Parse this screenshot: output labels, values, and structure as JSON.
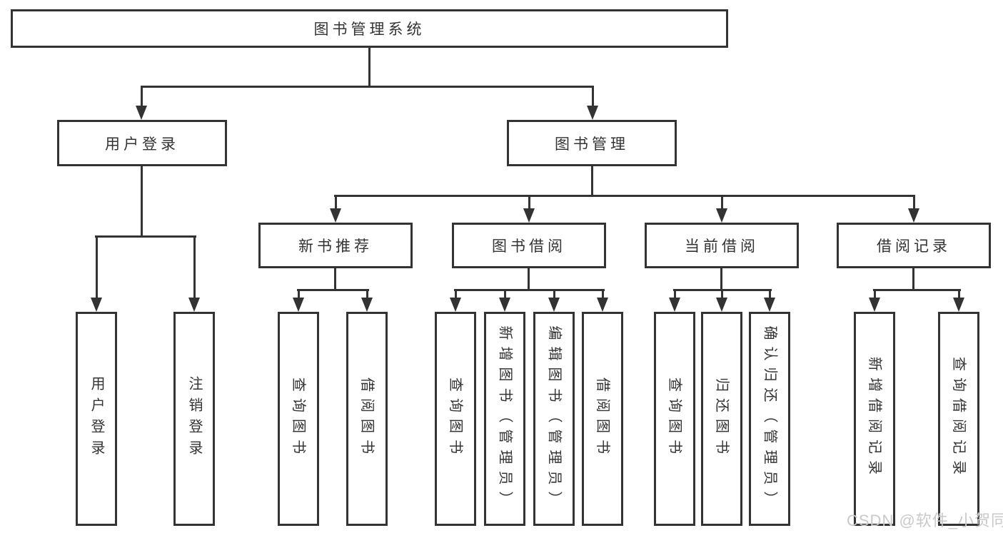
{
  "diagram": {
    "root": {
      "label": "图书管理系统"
    },
    "branches": [
      {
        "label": "用户登录",
        "children": [
          "用户登录",
          "注销登录"
        ]
      },
      {
        "label": "图书管理",
        "groups": [
          {
            "label": "新书推荐",
            "children": [
              "查询图书",
              "借阅图书"
            ]
          },
          {
            "label": "图书借阅",
            "children": [
              "查询图书",
              "新增图书（管理员）",
              "编辑图书（管理员）",
              "借阅图书"
            ]
          },
          {
            "label": "当前借阅",
            "children": [
              "查询图书",
              "归还图书",
              "确认归还（管理员）"
            ]
          },
          {
            "label": "借阅记录",
            "children": [
              "新增借阅记录",
              "查询借阅记录"
            ]
          }
        ]
      }
    ],
    "watermark": "CSDN @软件_小贺同学"
  },
  "colors": {
    "line": "#333333",
    "ink": "#333333",
    "boxBg": "#ffffff",
    "watermark": "#c9c9c9"
  }
}
